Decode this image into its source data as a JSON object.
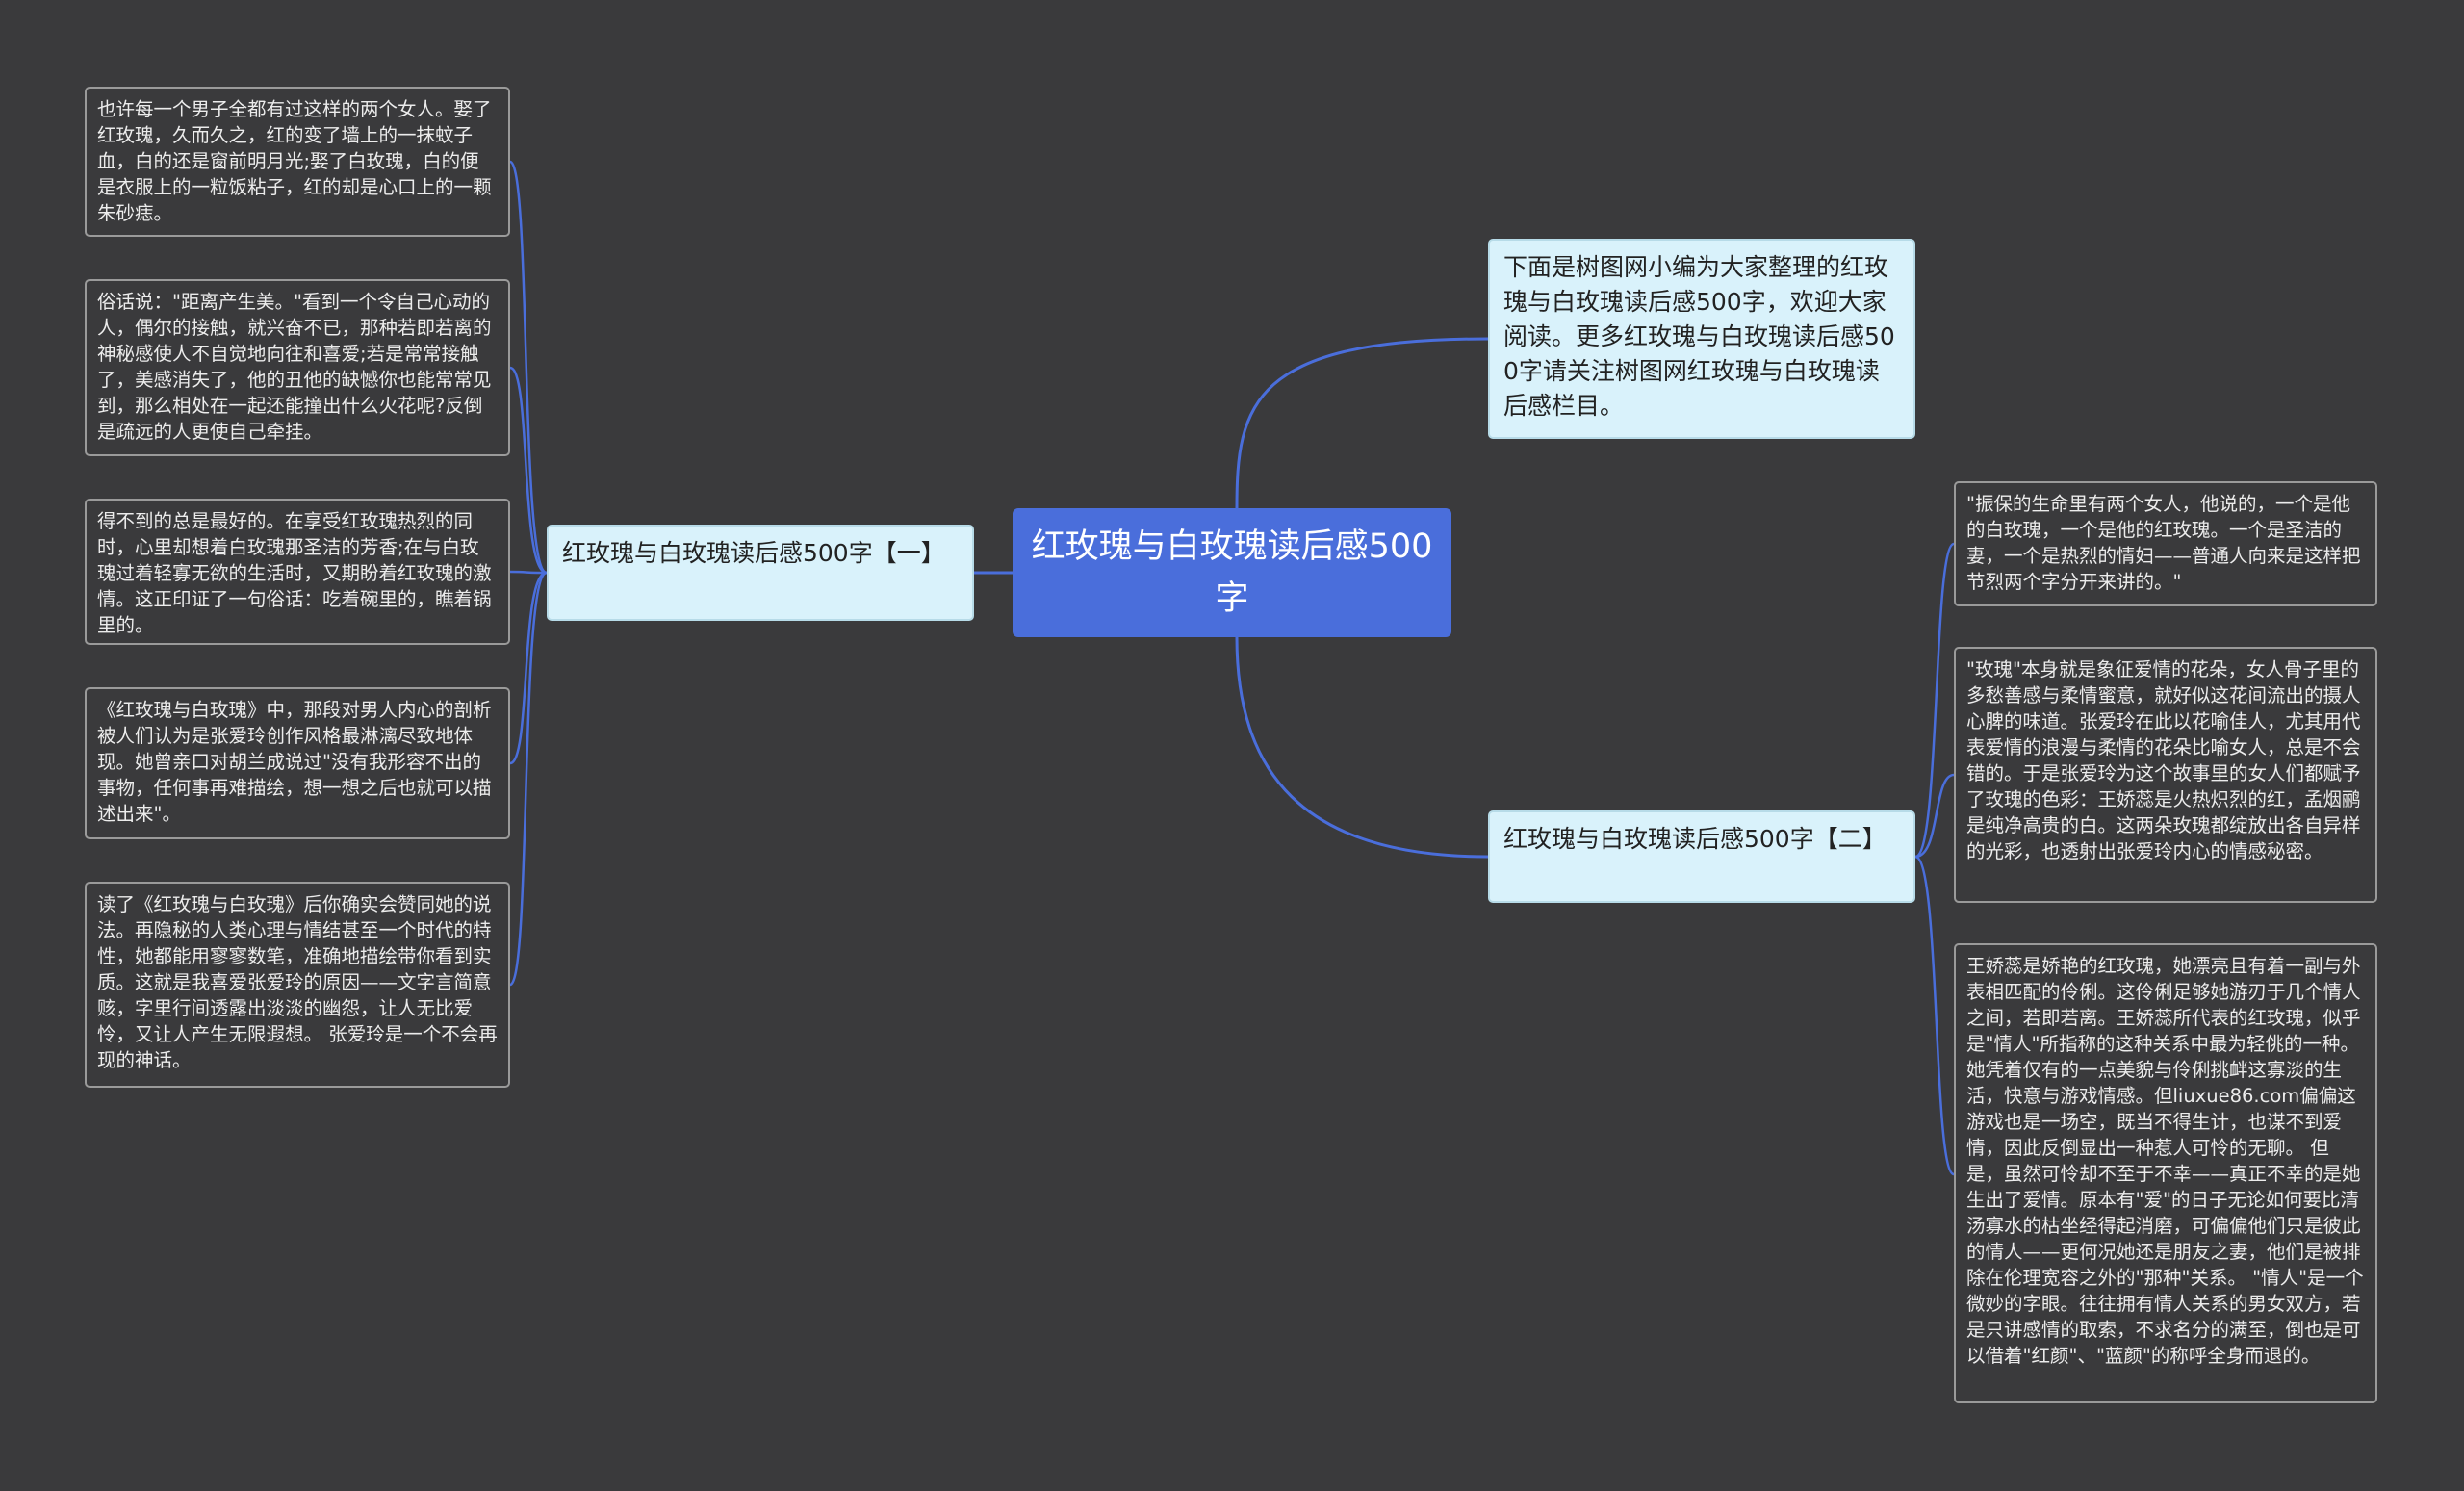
{
  "root": {
    "label": "红玫瑰与白玫瑰读后感500字"
  },
  "intro": {
    "text": "下面是树图网小编为大家整理的红玫瑰与白玫瑰读后感500字，欢迎大家阅读。更多红玫瑰与白玫瑰读后感500字请关注树图网红玫瑰与白玫瑰读后感栏目。"
  },
  "branch_one": {
    "label": "红玫瑰与白玫瑰读后感500字【一】",
    "leaves": [
      "也许每一个男子全都有过这样的两个女人。娶了红玫瑰，久而久之，红的变了墙上的一抹蚊子血，白的还是窗前明月光;娶了白玫瑰，白的便是衣服上的一粒饭粘子，红的却是心口上的一颗朱砂痣。",
      "俗话说：\"距离产生美。\"看到一个令自己心动的人，偶尔的接触，就兴奋不已，那种若即若离的神秘感使人不自觉地向往和喜爱;若是常常接触了，美感消失了，他的丑他的缺憾你也能常常见到，那么相处在一起还能撞出什么火花呢?反倒是疏远的人更使自己牵挂。",
      "得不到的总是最好的。在享受红玫瑰热烈的同时，心里却想着白玫瑰那圣洁的芳香;在与白玫瑰过着轻寡无欲的生活时，又期盼着红玫瑰的激情。这正印证了一句俗话：吃着碗里的，瞧着锅里的。",
      "《红玫瑰与白玫瑰》中，那段对男人内心的剖析被人们认为是张爱玲创作风格最淋漓尽致地体现。她曾亲口对胡兰成说过\"没有我形容不出的事物，任何事再难描绘，想一想之后也就可以描述出来\"。",
      "读了《红玫瑰与白玫瑰》后你确实会赞同她的说法。再隐秘的人类心理与情结甚至一个时代的特性，她都能用寥寥数笔，准确地描绘带你看到实质。这就是我喜爱张爱玲的原因——文字言简意赅，字里行间透露出淡淡的幽怨，让人无比爱怜，又让人产生无限遐想。 张爱玲是一个不会再现的神话。"
    ]
  },
  "branch_two": {
    "label": "红玫瑰与白玫瑰读后感500字【二】",
    "leaves": [
      "\"振保的生命里有两个女人，他说的，一个是他的白玫瑰，一个是他的红玫瑰。一个是圣洁的妻，一个是热烈的情妇——普通人向来是这样把节烈两个字分开来讲的。\"",
      "\"玫瑰\"本身就是象征爱情的花朵，女人骨子里的多愁善感与柔情蜜意，就好似这花间流出的摄人心脾的味道。张爱玲在此以花喻佳人，尤其用代表爱情的浪漫与柔情的花朵比喻女人，总是不会错的。于是张爱玲为这个故事里的女人们都赋予了玫瑰的色彩：王娇蕊是火热炽烈的红，孟烟鹂是纯净高贵的白。这两朵玫瑰都绽放出各自异样的光彩，也透射出张爱玲内心的情感秘密。",
      "王娇蕊是娇艳的红玫瑰，她漂亮且有着一副与外表相匹配的伶俐。这伶俐足够她游刃于几个情人之间，若即若离。王娇蕊所代表的红玫瑰，似乎是\"情人\"所指称的这种关系中最为轻佻的一种。她凭着仅有的一点美貌与伶俐挑衅这寡淡的生活，快意与游戏情感。但liuxue86.com偏偏这游戏也是一场空，既当不得生计，也谋不到爱情，因此反倒显出一种惹人可怜的无聊。 但是，虽然可怜却不至于不幸——真正不幸的是她生出了爱情。原本有\"爱\"的日子无论如何要比清汤寡水的枯坐经得起消磨，可偏偏他们只是彼此的情人——更何况她还是朋友之妻，他们是被排除在伦理宽容之外的\"那种\"关系。 \"情人\"是一个微妙的字眼。往往拥有情人关系的男女双方，若是只讲感情的取索，不求名分的满至，倒也是可以借着\"红颜\"、\"蓝颜\"的称呼全身而退的。"
    ]
  },
  "colors": {
    "background": "#3a3a3c",
    "root_fill": "#4a6edb",
    "branch_fill": "#d9f2fb",
    "connector": "#4a6edb"
  }
}
